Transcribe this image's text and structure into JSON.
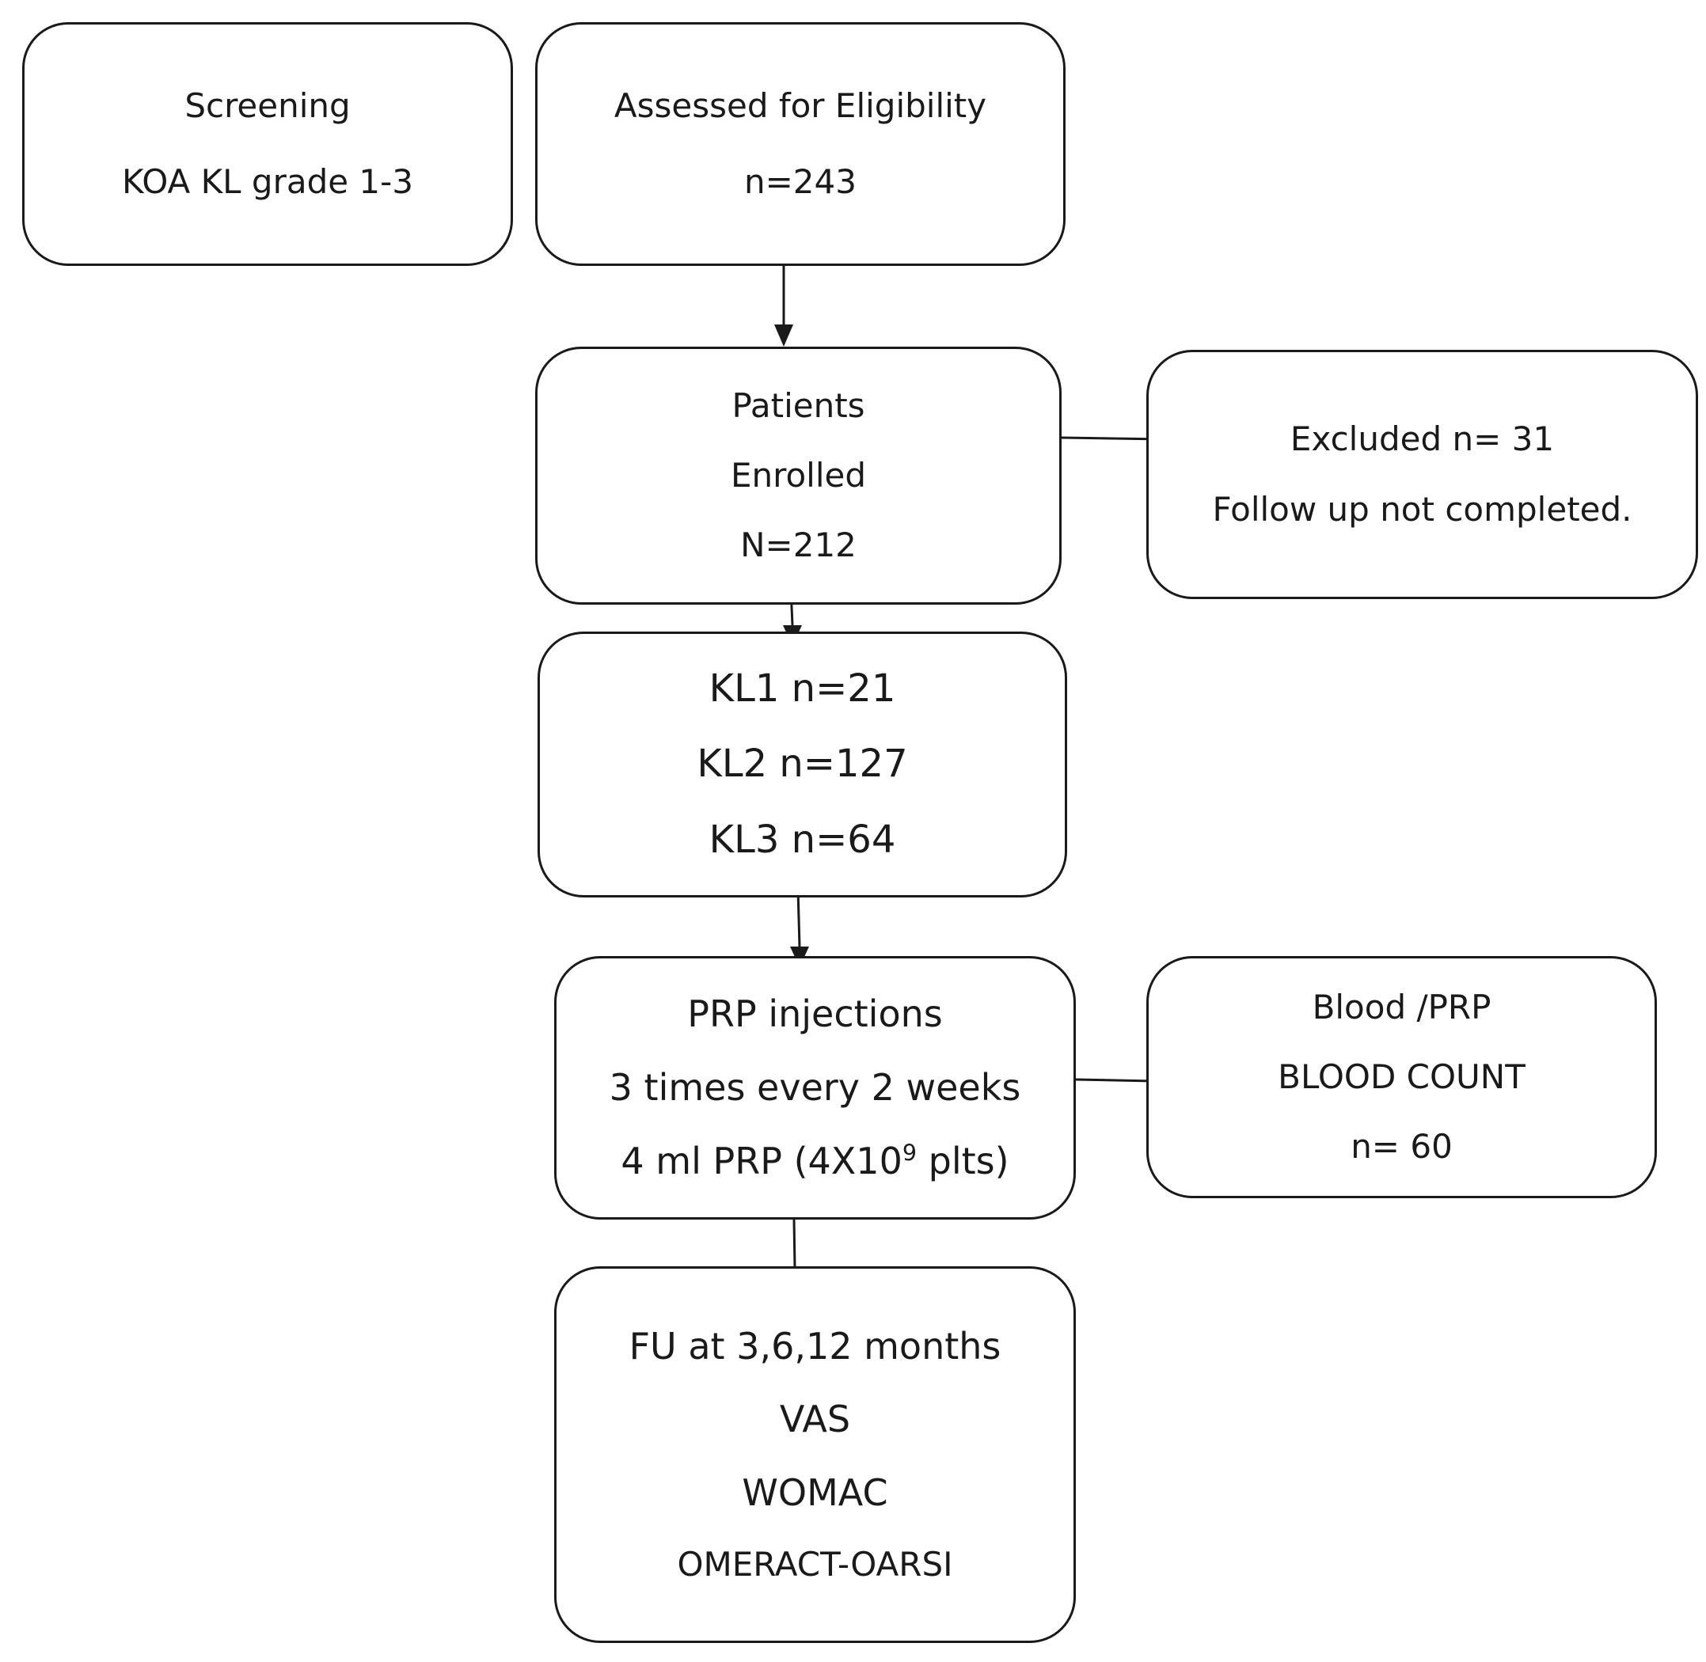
{
  "boxes": {
    "screening": {
      "line1": "Screening",
      "line2": "KOA KL grade 1-3"
    },
    "eligibility": {
      "line1": "Assessed for Eligibility",
      "line2": "n=243"
    },
    "enrolled": {
      "line1": "Patients",
      "line2": "Enrolled",
      "line3": "N=212"
    },
    "excluded": {
      "line1": "Excluded n= 31",
      "line2": "Follow up not completed."
    },
    "kl_grades": {
      "line1": "KL1 n=21",
      "line2": "KL2 n=127",
      "line3": "KL3 n=64"
    },
    "prp": {
      "line1": "PRP injections",
      "line2": "3 times every 2 weeks",
      "line3_prefix": "4 ml PRP (4X10",
      "line3_sup": "9",
      "line3_suffix": " plts)"
    },
    "blood_count": {
      "line1": "Blood /PRP",
      "line2": "BLOOD COUNT",
      "line3": "n= 60"
    },
    "followup": {
      "line1": "FU at 3,6,12 months",
      "line2": "VAS",
      "line3": "WOMAC",
      "line4": "OMERACT-OARSI"
    }
  }
}
